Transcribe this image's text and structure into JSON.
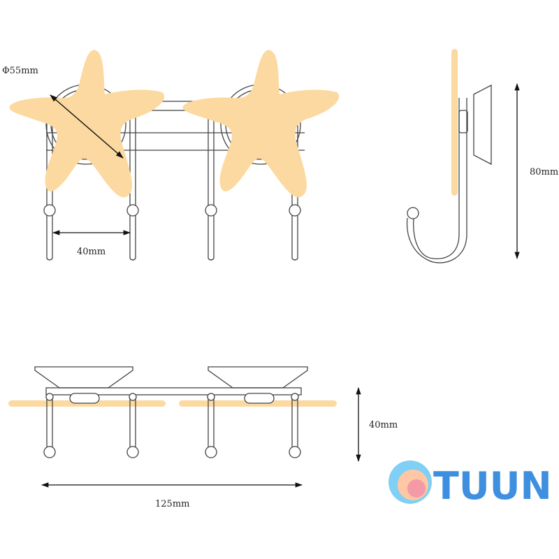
{
  "dimensions": {
    "diameter": "Φ55mm",
    "hook_spacing": "40mm",
    "hook_height": "80mm",
    "depth": "40mm",
    "total_width": "125mm"
  },
  "brand": {
    "name": "TUUN",
    "text_color": "#3f8fe0",
    "logo_colors": [
      "#7fd0f4",
      "#ffc7a4",
      "#f49aa6"
    ]
  },
  "colors": {
    "starfish_fill": "#fcd9a0",
    "line": "#444444",
    "arrow": "#111111"
  }
}
